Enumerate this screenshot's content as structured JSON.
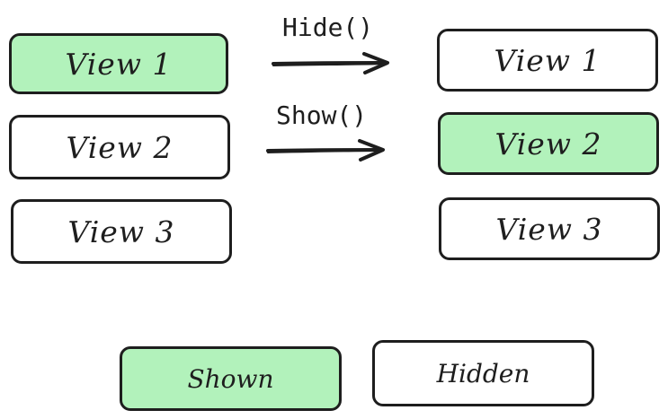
{
  "before": {
    "views": [
      {
        "label": "View 1",
        "state": "shown"
      },
      {
        "label": "View 2",
        "state": "hidden"
      },
      {
        "label": "View 3",
        "state": "hidden"
      }
    ]
  },
  "after": {
    "views": [
      {
        "label": "View 1",
        "state": "hidden"
      },
      {
        "label": "View 2",
        "state": "shown"
      },
      {
        "label": "View 3",
        "state": "hidden"
      }
    ]
  },
  "operations": [
    {
      "label": "Hide()"
    },
    {
      "label": "Show()"
    }
  ],
  "legend": {
    "shown_label": "Shown",
    "hidden_label": "Hidden"
  },
  "colors": {
    "shown_fill": "#b2f2bb",
    "hidden_fill": "#ffffff",
    "stroke": "#1e1e1e"
  }
}
